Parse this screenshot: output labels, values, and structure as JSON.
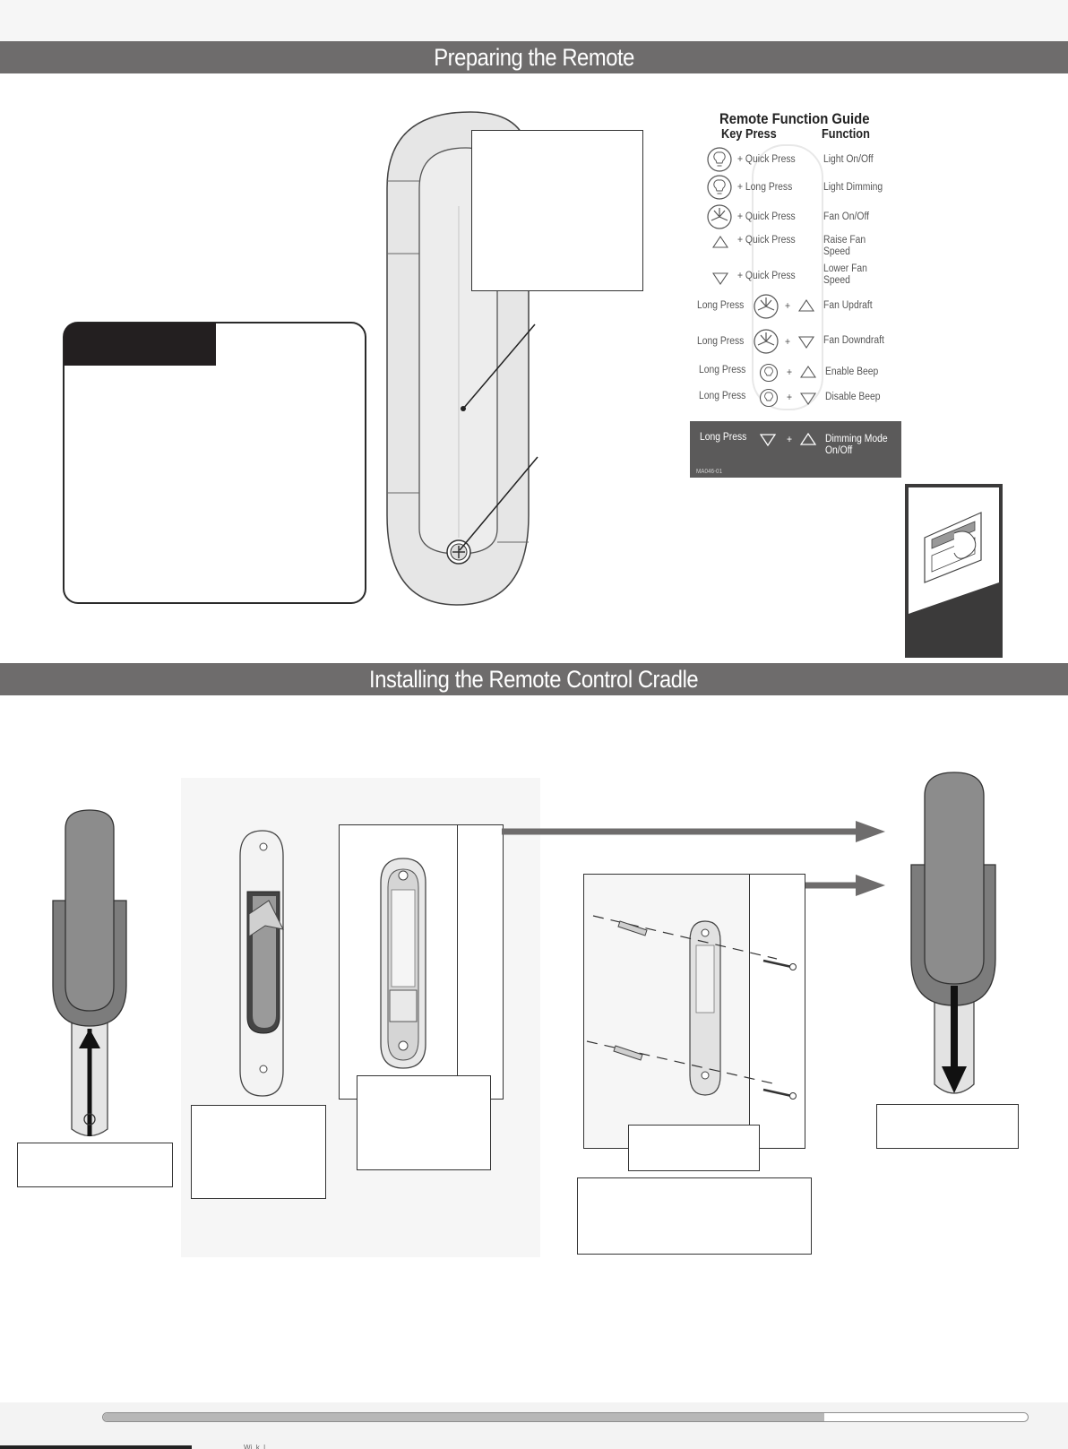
{
  "sections": {
    "preparing_title": "Preparing the Remote",
    "cradle_title": "Installing the Remote Control Cradle"
  },
  "guide": {
    "title": "Remote Function Guide",
    "col_key": "Key Press",
    "col_function": "Function",
    "code": "MA046-01",
    "rows": [
      {
        "key": "+ Quick Press",
        "function": "Light On/Off"
      },
      {
        "key": "+ Long Press",
        "function": "Light Dimming"
      },
      {
        "key": "+ Quick Press",
        "function": "Fan On/Off"
      },
      {
        "key": "+ Quick Press",
        "function": "Raise Fan\nSpeed"
      },
      {
        "key": "+ Quick Press",
        "function": "Lower Fan\nSpeed"
      },
      {
        "prefix": "Long Press",
        "plus": "+",
        "function": "Fan Updraft"
      },
      {
        "prefix": "Long Press",
        "plus": "+",
        "function": "Fan Downdraft"
      },
      {
        "prefix": "Long Press",
        "plus": "+",
        "function": "Enable Beep"
      },
      {
        "prefix": "Long Press",
        "plus": "+",
        "function": "Disable Beep"
      },
      {
        "prefix": "Long Press",
        "plus": "+",
        "function": "Dimming Mode\nOn/Off"
      }
    ]
  },
  "footer": {
    "progress": 0.78,
    "fragment": "Wi..k..l"
  },
  "colors": {
    "banner": "#6e6c6c",
    "remote_dark": "#8a8a8a",
    "panel_bg": "#f6f6f6"
  }
}
